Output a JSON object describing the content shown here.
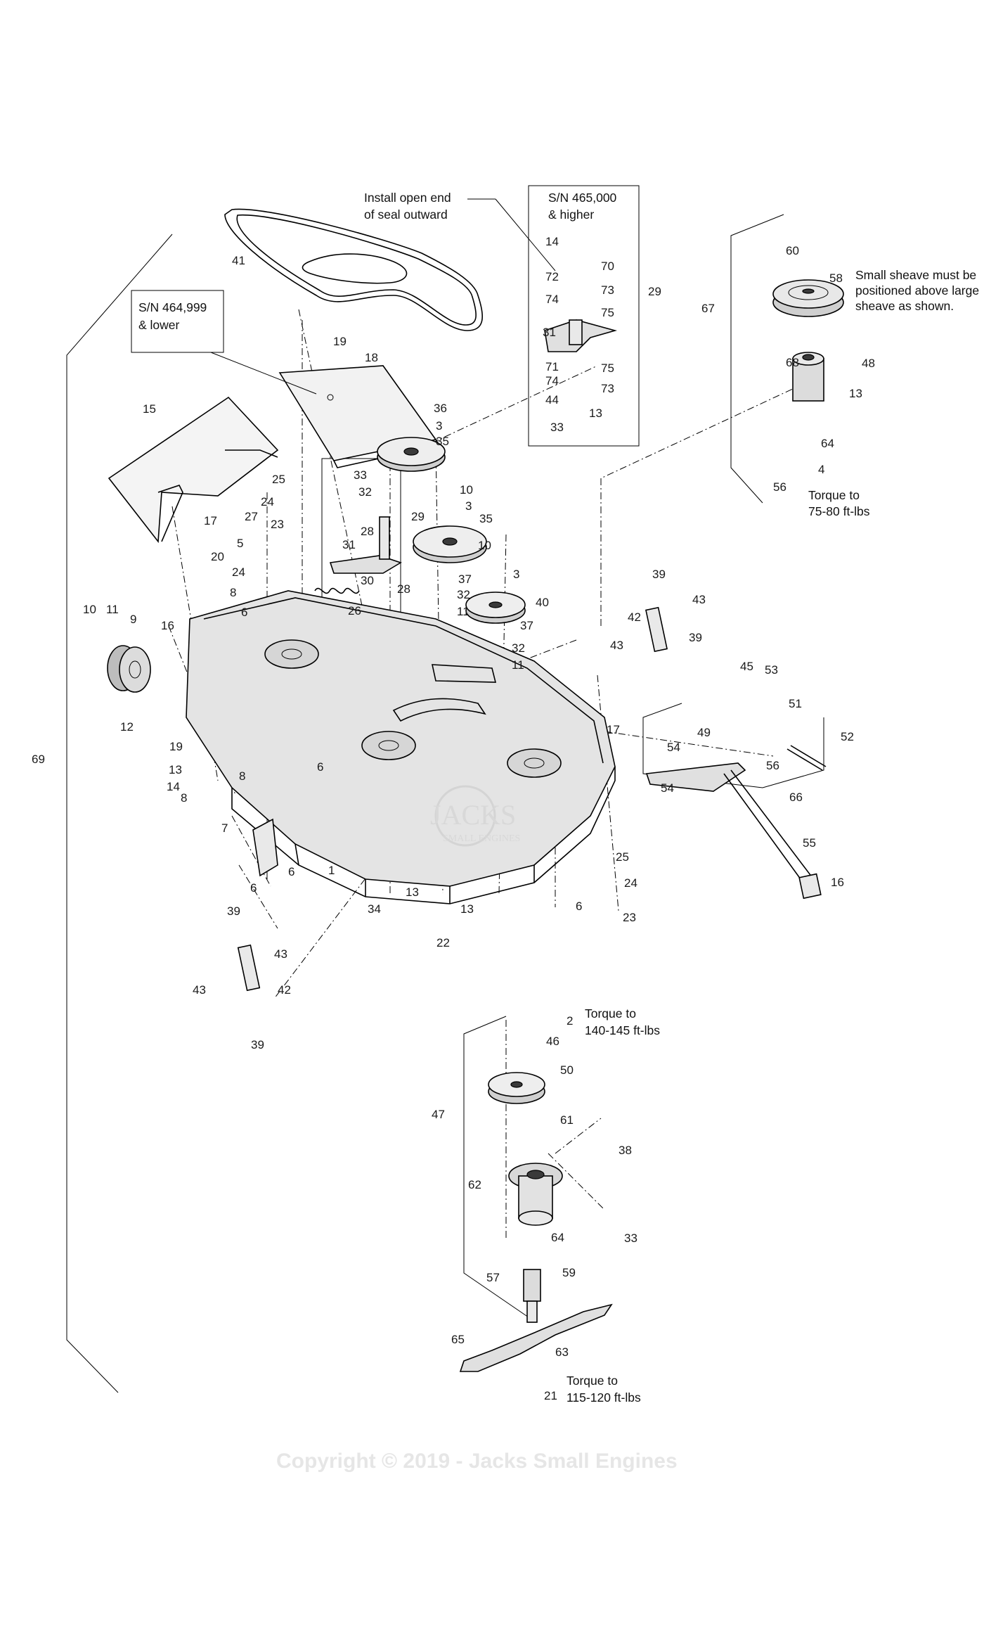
{
  "copyright": "Copyright © 2019 - Jacks Small Engines",
  "watermark": {
    "main": "JACKS",
    "sub": "SMALL ENGINES"
  },
  "notes": {
    "seal": [
      "Install open end",
      "of seal outward"
    ],
    "sn_high": [
      "S/N 465,000",
      "& higher"
    ],
    "sn_low": [
      "S/N 464,999",
      "& lower"
    ],
    "small_sheave": [
      "Small sheave must be",
      "positioned above large",
      "sheave as shown."
    ],
    "torque_75": [
      "Torque to",
      "75-80 ft-lbs"
    ],
    "torque_140": [
      "Torque to",
      "140-145 ft-lbs"
    ],
    "torque_115": [
      "Torque to",
      "115-120 ft-lbs"
    ]
  },
  "callouts": {
    "c1": "1",
    "c2": "2",
    "c3a": "3",
    "c3b": "3",
    "c3c": "3",
    "c4": "4",
    "c5": "5",
    "c6a": "6",
    "c6b": "6",
    "c6c": "6",
    "c6d": "6",
    "c6e": "6",
    "c7": "7",
    "c8a": "8",
    "c8b": "8",
    "c8c": "8",
    "c9": "9",
    "c10a": "10",
    "c10b": "10",
    "c10c": "10",
    "c11a": "11",
    "c11b": "11",
    "c11c": "11",
    "c12": "12",
    "c13a": "13",
    "c13b": "13",
    "c13c": "13",
    "c13d": "13",
    "c13e": "13",
    "c14a": "14",
    "c14b": "14",
    "c15": "15",
    "c16a": "16",
    "c16b": "16",
    "c17a": "17",
    "c17b": "17",
    "c18": "18",
    "c19a": "19",
    "c19b": "19",
    "c20": "20",
    "c21": "21",
    "c22": "22",
    "c23a": "23",
    "c23b": "23",
    "c24a": "24",
    "c24b": "24",
    "c24c": "24",
    "c25a": "25",
    "c25b": "25",
    "c26": "26",
    "c27": "27",
    "c28a": "28",
    "c28b": "28",
    "c29a": "29",
    "c29b": "29",
    "c30": "30",
    "c31a": "31",
    "c31b": "31",
    "c32a": "32",
    "c32b": "32",
    "c32c": "32",
    "c33a": "33",
    "c33b": "33",
    "c33c": "33",
    "c34": "34",
    "c35a": "35",
    "c35b": "35",
    "c36": "36",
    "c37a": "37",
    "c37b": "37",
    "c38": "38",
    "c39a": "39",
    "c39b": "39",
    "c39c": "39",
    "c39d": "39",
    "c40": "40",
    "c41": "41",
    "c42a": "42",
    "c42b": "42",
    "c43a": "43",
    "c43b": "43",
    "c43c": "43",
    "c43d": "43",
    "c44": "44",
    "c45": "45",
    "c46": "46",
    "c47": "47",
    "c48": "48",
    "c49": "49",
    "c50": "50",
    "c51": "51",
    "c52": "52",
    "c53": "53",
    "c54a": "54",
    "c54b": "54",
    "c55": "55",
    "c56a": "56",
    "c56b": "56",
    "c57": "57",
    "c58": "58",
    "c59": "59",
    "c60": "60",
    "c61": "61",
    "c62": "62",
    "c63": "63",
    "c64a": "64",
    "c64b": "64",
    "c65": "65",
    "c66": "66",
    "c67": "67",
    "c68": "68",
    "c69": "69",
    "c70": "70",
    "c71": "71",
    "c72": "72",
    "c73a": "73",
    "c73b": "73",
    "c74a": "74",
    "c74b": "74",
    "c75a": "75",
    "c75b": "75"
  }
}
